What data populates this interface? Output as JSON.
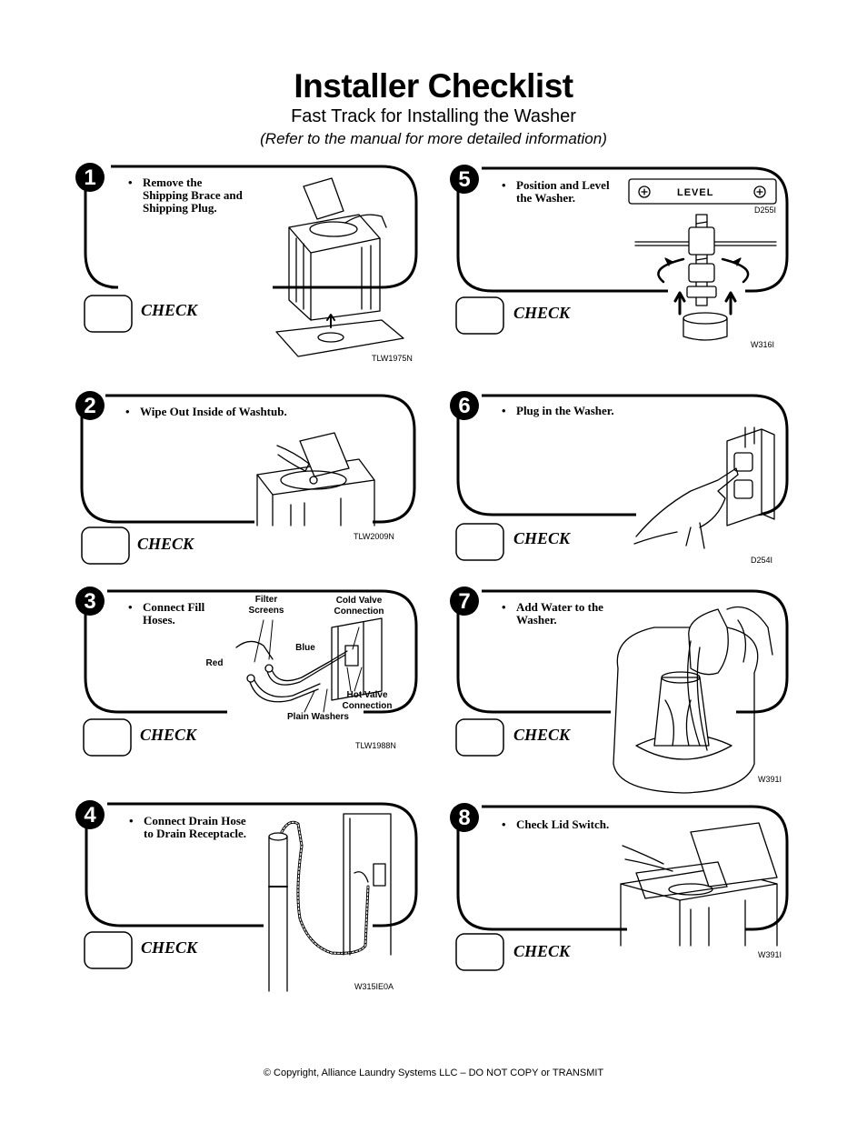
{
  "header": {
    "title": "Installer Checklist",
    "subtitle": "Fast Track for Installing the Washer",
    "note": "(Refer to the manual for more detailed information)"
  },
  "steps": [
    {
      "number": "1",
      "bullet": "Remove the\nShipping Brace and\nShipping Plug.",
      "check_label": "CHECK",
      "figure_code": "TLW1975N"
    },
    {
      "number": "2",
      "bullet": "Wipe Out Inside of Washtub.",
      "check_label": "CHECK",
      "figure_code": "TLW2009N"
    },
    {
      "number": "3",
      "bullet": "Connect Fill\nHoses.",
      "check_label": "CHECK",
      "figure_code": "TLW1988N",
      "callouts": {
        "filter_screens": "Filter\nScreens",
        "cold_valve": "Cold Valve\nConnection",
        "blue": "Blue",
        "red": "Red",
        "hot_valve": "Hot Valve\nConnection",
        "plain_washers": "Plain Washers"
      }
    },
    {
      "number": "4",
      "bullet": "Connect Drain Hose\nto Drain Receptacle.",
      "check_label": "CHECK",
      "figure_code": "W315IE0A"
    },
    {
      "number": "5",
      "bullet": "Position and Level\nthe Washer.",
      "check_label": "CHECK",
      "figure_code": "W316I",
      "level_code": "D255I",
      "level_label": "LEVEL"
    },
    {
      "number": "6",
      "bullet": "Plug in the Washer.",
      "check_label": "CHECK",
      "figure_code": "D254I"
    },
    {
      "number": "7",
      "bullet": "Add Water to the\nWasher.",
      "check_label": "CHECK",
      "figure_code": "W391I"
    },
    {
      "number": "8",
      "bullet": "Check Lid Switch.",
      "check_label": "CHECK",
      "figure_code": "W391I"
    }
  ],
  "footer": {
    "copyright": "© Copyright, Alliance Laundry Systems LLC – DO NOT COPY or TRANSMIT"
  }
}
